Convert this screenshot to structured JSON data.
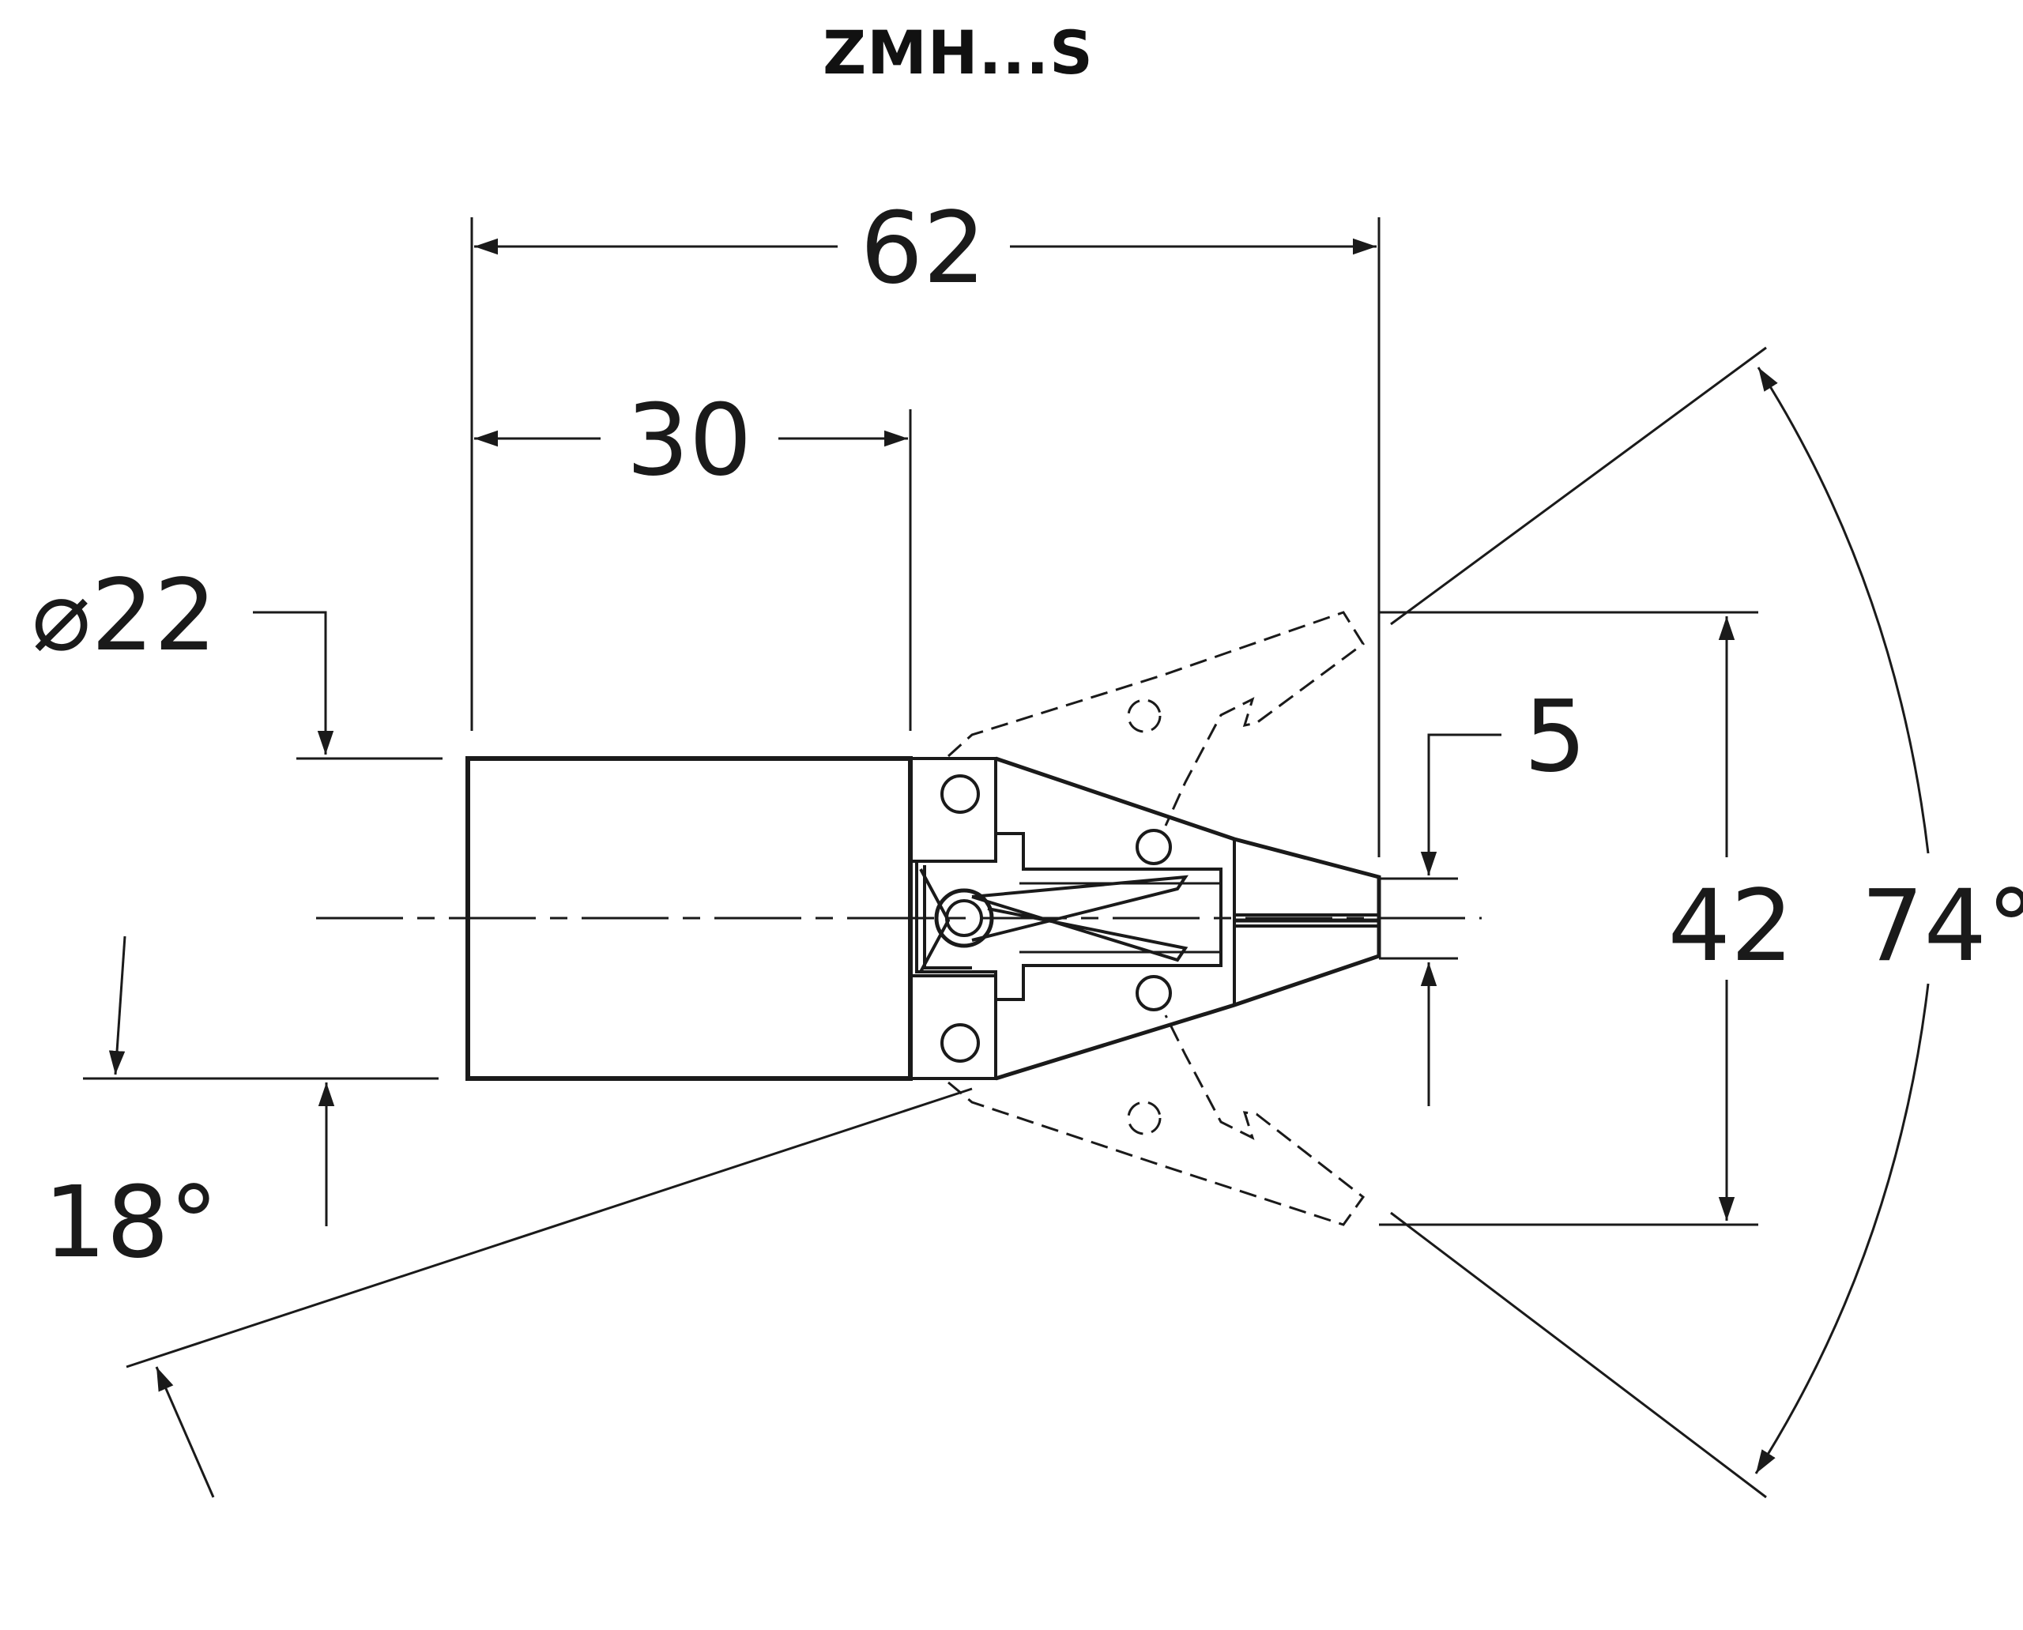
{
  "title": "ZMH...S",
  "dimensions": {
    "overall_length": "62",
    "body_length": "30",
    "diameter": "⌀22",
    "jaw_width": "5",
    "open_width": "42",
    "opening_angle": "74°",
    "lower_angle": "18°"
  },
  "colors": {
    "line": "#1a1a1a",
    "background": "#ffffff"
  }
}
